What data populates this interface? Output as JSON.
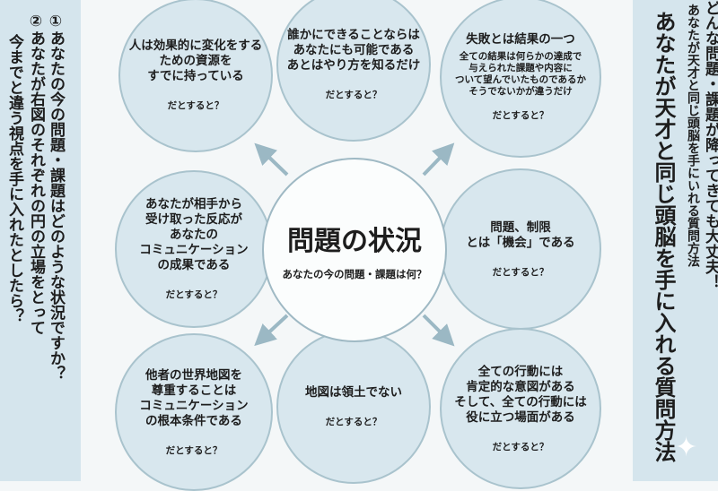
{
  "left_panel": {
    "line1": "①あなたの今の問題・課題はどのような状況ですか？",
    "line2": "②あなたが右図のそれぞれの円の立場をとって",
    "line3": "今までと違う視点を手に入れたとしたら？"
  },
  "right_panel": {
    "tagline": "どんな問題・課題が降ってきても大丈夫！",
    "subtitle": "あなたが天才と同じ頭脳を手にいれる質問方法",
    "title": "あなたが天才と同じ頭脳を手に入れる質問方法"
  },
  "center": {
    "title": "問題の状況",
    "question": "あなたの今の問題・課題は何？"
  },
  "ask": "だとすると？",
  "circles": [
    {
      "main": "人は効果的に変化をする\nための資源を\nすでに持っている"
    },
    {
      "main": "誰かにできることならは\nあなたにも可能である\nあとはやり方を知るだけ"
    },
    {
      "main": "失敗とは結果の一つ",
      "sub": "全ての結果は何らかの達成で\n与えられた課題や内容に\nついて望んでいたものであるか\nそうでないかが違うだけ"
    },
    {
      "main": "あなたが相手から\n受け取った反応が\nあなたの\nコミュニケーション\nの成果である"
    },
    {
      "main": "問題、制限\nとは「機会」である"
    },
    {
      "main": "他者の世界地図を\n尊重することは\nコミュニケーション\nの根本条件である"
    },
    {
      "main": "地図は領土でない"
    },
    {
      "main": "全ての行動には\n肯定的な意図がある\nそして、全ての行動には\n役に立つ場面がある"
    }
  ],
  "colors": {
    "panel": "#d5e5ed",
    "circle": "#d8e7ee",
    "arrow": "#9bb8c4"
  }
}
